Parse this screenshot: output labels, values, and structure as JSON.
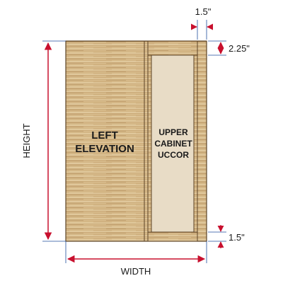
{
  "labels": {
    "left_panel_line1": "LEFT",
    "left_panel_line2": "ELEVATION",
    "right_panel_line1": "UPPER",
    "right_panel_line2": "CABINET",
    "right_panel_line3": "UCCOR",
    "height": "HEIGHT",
    "width": "WIDTH",
    "top_dim": "1.5\"",
    "right_top_dim": "2.25\"",
    "right_bottom_dim": "1.5\""
  },
  "colors": {
    "wood_light": "#e0c79d",
    "wood_dark": "#c29a64",
    "frame_line": "#5b4326",
    "inset_panel": "#e8dcc6",
    "dimension_red": "#c8102e",
    "dimension_blue": "#1f4e9c",
    "text": "#1a1a1a"
  }
}
